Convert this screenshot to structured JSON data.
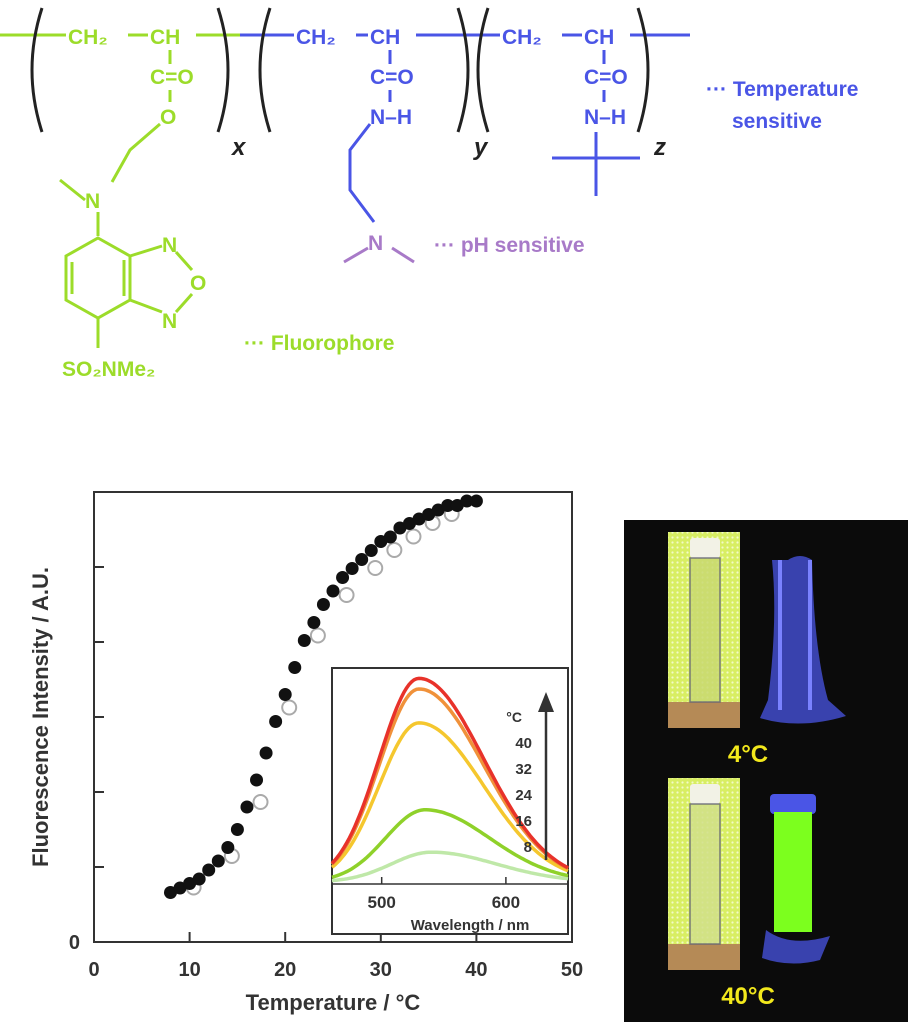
{
  "scheme": {
    "units": {
      "ch2": "CH₂",
      "ch": "CH",
      "co": "C=O",
      "o": "O",
      "nh": "N–H",
      "n": "N"
    },
    "subscripts": {
      "x": "x",
      "y": "y",
      "z": "z"
    },
    "labels": {
      "temperature_1": "··· Temperature",
      "temperature_2": "sensitive",
      "ph": "··· pH sensitive",
      "fluorophore": "··· Fluorophore",
      "so2nme2": "SO₂NMe₂",
      "ring_n1": "N",
      "ring_o": "O",
      "ring_n2": "N"
    },
    "colors": {
      "green": "#9cdc2a",
      "blue": "#4a55e6",
      "purple": "#a87ac8",
      "black": "#222222"
    }
  },
  "chart_data": [
    {
      "type": "scatter",
      "xlabel": "Temperature / °C",
      "ylabel": "Fluorescence Intensity / A.U.",
      "xlim": [
        0,
        50
      ],
      "ylim": [
        0,
        1.0
      ],
      "xticks": [
        0,
        10,
        20,
        30,
        40,
        50
      ],
      "series": [
        {
          "marker": "filled",
          "x": [
            8,
            9,
            10,
            11,
            12,
            13,
            14,
            15,
            16,
            17,
            18,
            19,
            20,
            21,
            22,
            23,
            24,
            25,
            26,
            27,
            28,
            29,
            30,
            31,
            32,
            33,
            34,
            35,
            36,
            37,
            38,
            39,
            40
          ],
          "y": [
            0.11,
            0.12,
            0.13,
            0.14,
            0.16,
            0.18,
            0.21,
            0.25,
            0.3,
            0.36,
            0.42,
            0.49,
            0.55,
            0.61,
            0.67,
            0.71,
            0.75,
            0.78,
            0.81,
            0.83,
            0.85,
            0.87,
            0.89,
            0.9,
            0.92,
            0.93,
            0.94,
            0.95,
            0.96,
            0.97,
            0.97,
            0.98,
            0.98
          ]
        },
        {
          "marker": "open",
          "x": [
            10,
            14,
            17,
            20,
            23,
            26,
            29,
            31,
            33,
            35,
            37
          ],
          "y": [
            0.13,
            0.2,
            0.32,
            0.53,
            0.69,
            0.78,
            0.84,
            0.88,
            0.91,
            0.94,
            0.96
          ]
        }
      ]
    },
    {
      "type": "line",
      "xlabel": "Wavelength / nm",
      "xlim": [
        460,
        650
      ],
      "xticks": [
        500,
        600
      ],
      "legend_title": "°C",
      "legend_entries": [
        "40",
        "32",
        "24",
        "16",
        "8"
      ],
      "series": [
        {
          "name": "40",
          "color": "#e8322a",
          "peak_x": 530,
          "peak": 0.96
        },
        {
          "name": "32",
          "color": "#f0913a",
          "peak_x": 530,
          "peak": 0.91
        },
        {
          "name": "24",
          "color": "#f5c72e",
          "peak_x": 530,
          "peak": 0.75
        },
        {
          "name": "16",
          "color": "#8fd12a",
          "peak_x": 535,
          "peak": 0.34
        },
        {
          "name": "8",
          "color": "#bfe8a8",
          "peak_x": 540,
          "peak": 0.14
        }
      ]
    }
  ],
  "photo": {
    "label_cold": "4°C",
    "label_hot": "40°C",
    "label_color": "#f2e81c"
  }
}
